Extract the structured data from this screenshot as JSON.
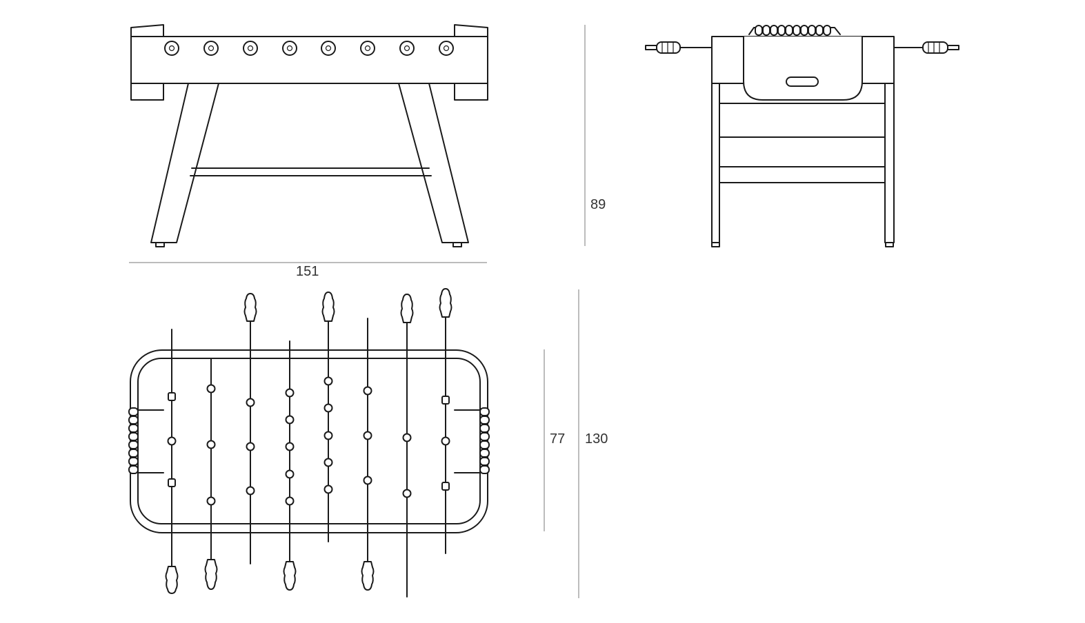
{
  "dimensions": {
    "length": "151",
    "height": "89",
    "playfield_width": "77",
    "overall_width": "130"
  },
  "colors": {
    "line": "#1a1a1a",
    "dimension_line": "#7a7a7a",
    "background": "#ffffff"
  }
}
